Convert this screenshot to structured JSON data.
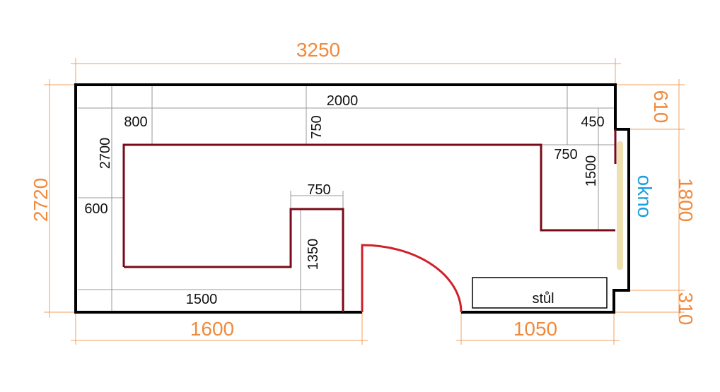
{
  "plan": {
    "outer_dims": {
      "width_total": "3250",
      "height_total": "2720",
      "bottom_left": "1600",
      "bottom_right": "1050",
      "right_top": "610",
      "right_mid": "1800",
      "right_bottom": "310"
    },
    "inner_dims": {
      "top_run": "2000",
      "left_offset": "800",
      "right_offset": "450",
      "counter_depth_top": "750",
      "left_run": "2700",
      "left_depth": "600",
      "bottom_run": "1500",
      "peninsula_width": "750",
      "peninsula_length": "1350",
      "right_width": "750",
      "right_length": "1500"
    },
    "labels": {
      "window": "okno",
      "desk": "stůl"
    },
    "colors": {
      "outer_dims": "#f08a3c",
      "counter": "#7a0a1a",
      "door": "#d0202a",
      "window_label": "#1aa0e0",
      "window_sill": "#eee0b0"
    }
  }
}
